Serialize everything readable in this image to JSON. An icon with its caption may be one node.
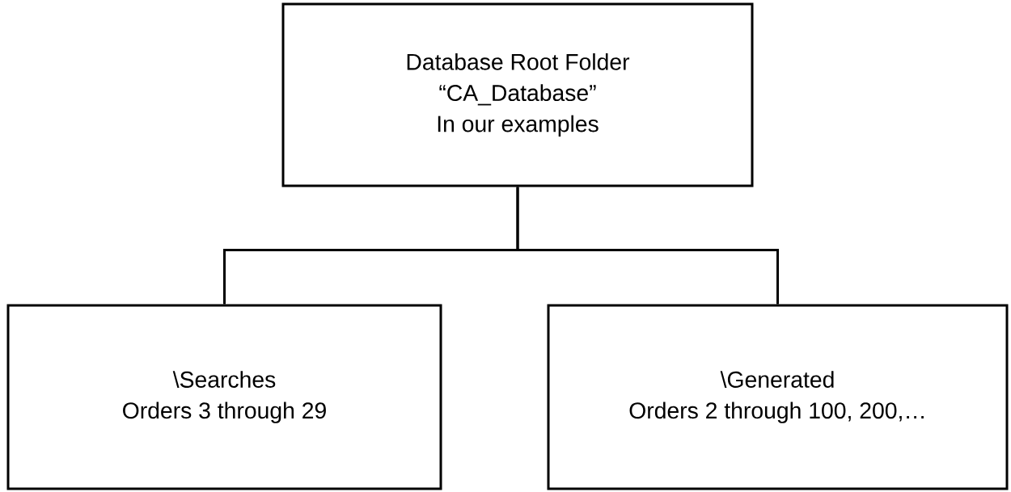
{
  "diagram": {
    "nodes": [
      {
        "text": [
          "Database Root Folder",
          "“CA_Database”",
          "In our examples"
        ]
      },
      {
        "text": [
          "\\Searches",
          "Orders 3 through 29"
        ]
      },
      {
        "text": [
          "\\Generated",
          "Orders 2 through 100, 200,…"
        ]
      }
    ],
    "edges": [
      {
        "from": 0,
        "to": 1,
        "arrow": "none"
      },
      {
        "from": 0,
        "to": 2,
        "arrow": "none"
      }
    ]
  }
}
